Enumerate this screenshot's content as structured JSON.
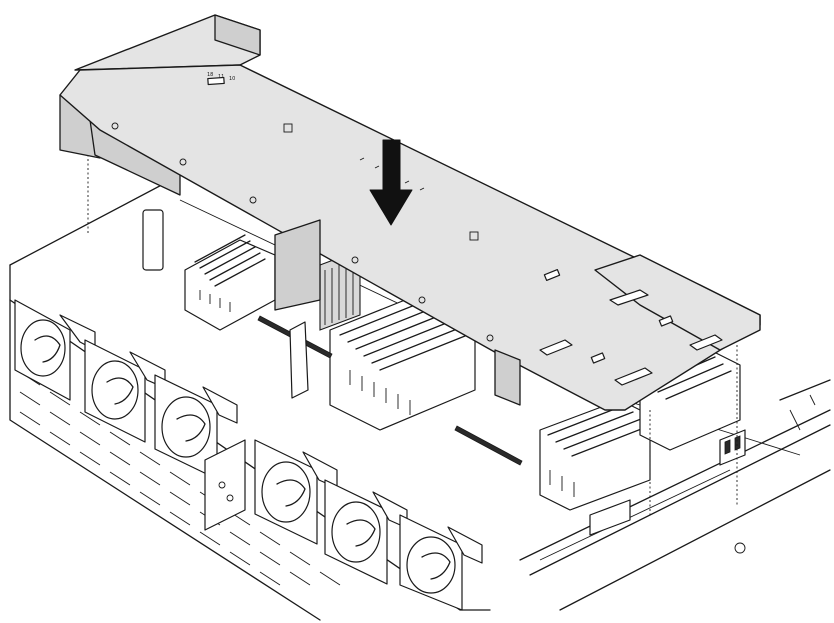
{
  "figure": {
    "shroud_labels": [
      "18",
      "11",
      "10"
    ],
    "colors": {
      "line": "#1a1a1a",
      "shroud_fill": "#e4e4e4",
      "shroud_side": "#cfcfcf",
      "background": "#ffffff"
    },
    "icons": [
      "down-arrow-icon",
      "fan-icon",
      "dimm-slot-icon"
    ]
  }
}
